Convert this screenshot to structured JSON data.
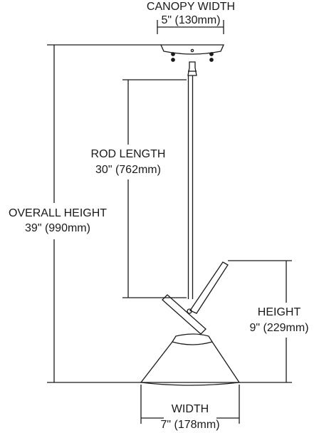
{
  "dimensions": {
    "canopy_width": {
      "title": "CANOPY WIDTH",
      "value": "5\" (130mm)"
    },
    "rod_length": {
      "title": "ROD LENGTH",
      "value": "30\" (762mm)"
    },
    "overall_height": {
      "title": "OVERALL HEIGHT",
      "value": "39\" (990mm)"
    },
    "height": {
      "title": "HEIGHT",
      "value": "9\" (229mm)"
    },
    "width": {
      "title": "WIDTH",
      "value": "7\" (178mm)"
    }
  },
  "colors": {
    "line": "#1a1a1a",
    "background": "#ffffff"
  }
}
